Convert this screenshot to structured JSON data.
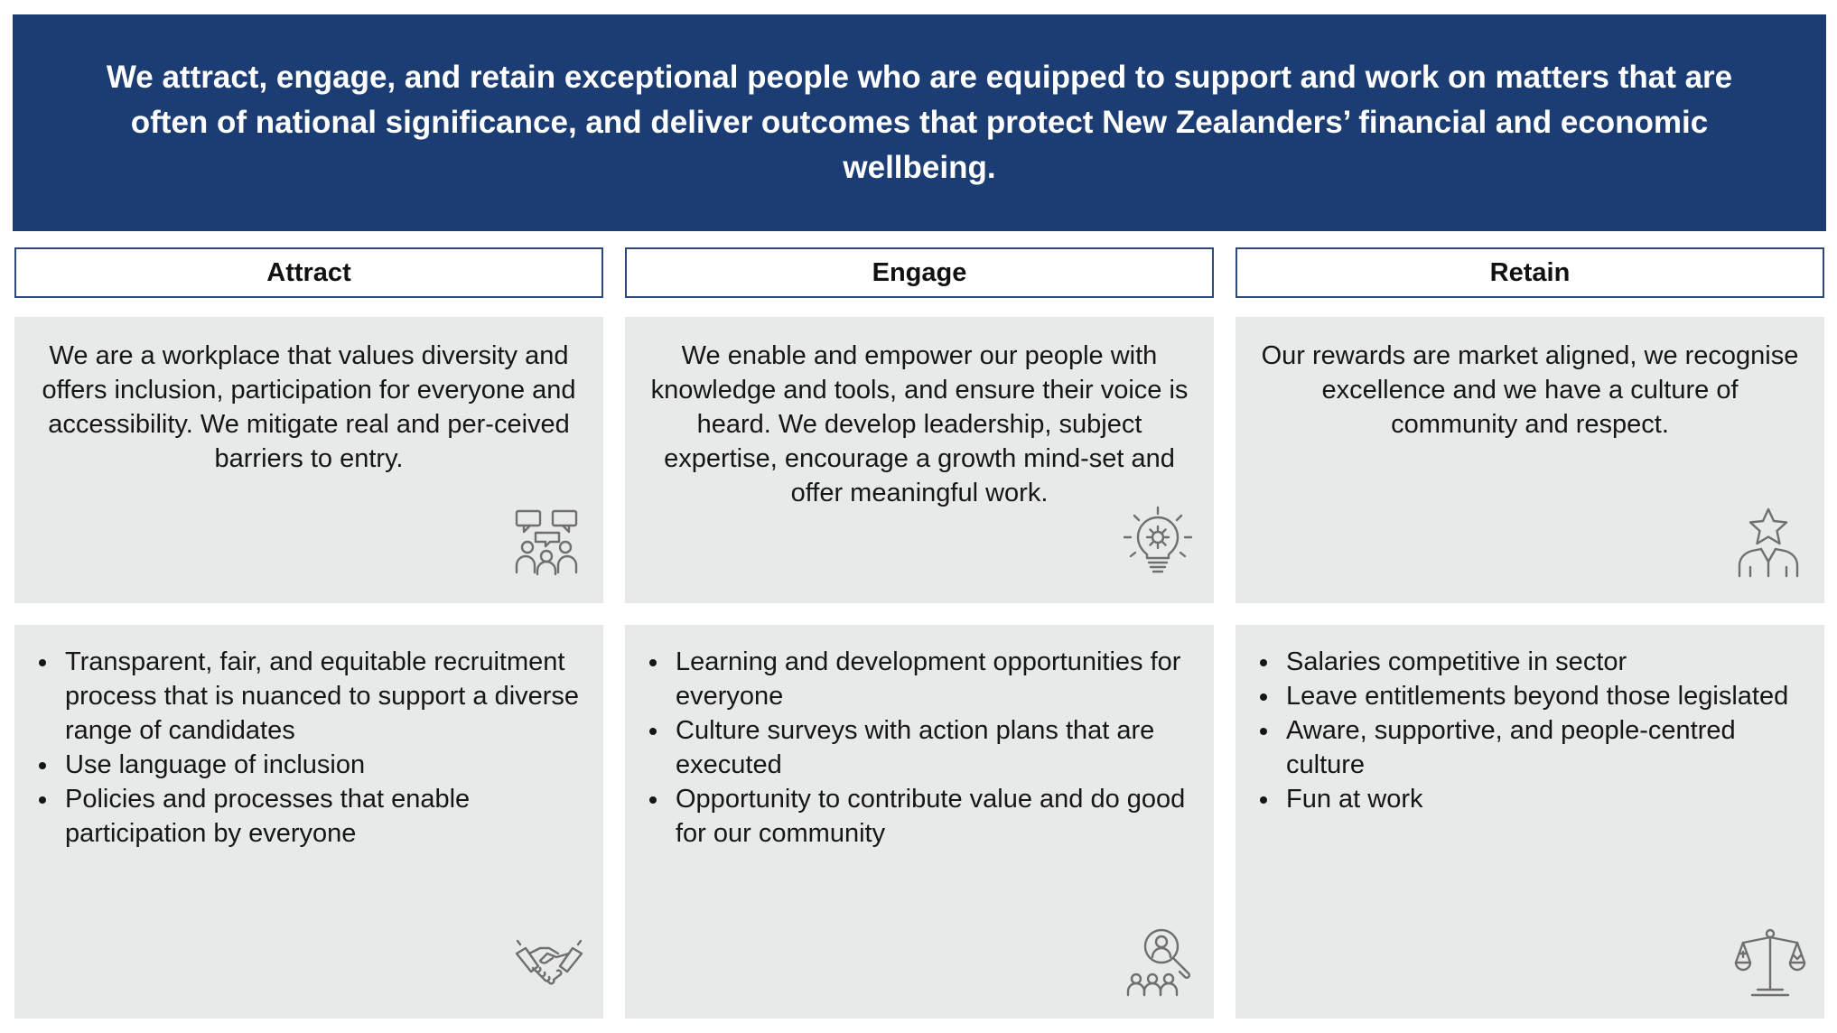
{
  "banner": {
    "text": "We attract, engage, and retain exceptional people who are equipped to support and work on matters that are often of national significance, and deliver outcomes that protect New Zealanders’ financial and economic wellbeing."
  },
  "columns": [
    {
      "title": "Attract",
      "description": "We are a workplace that values diversity and offers inclusion, participation for everyone and accessibility. We mitigate real and per-ceived barriers to entry.",
      "bullets": [
        "Transparent, fair, and equitable recruitment process that is nuanced to support a diverse range of candidates",
        "Use language of inclusion",
        "Policies and processes that enable participation by everyone"
      ],
      "desc_icon": "people-speech-bubbles-icon",
      "list_icon": "handshake-icon"
    },
    {
      "title": "Engage",
      "description": "We enable and empower our people with knowledge and tools, and ensure their voice is heard. We develop leadership, subject expertise, encourage a growth mind-set and offer meaningful work.",
      "bullets": [
        "Learning and development opportunities for everyone",
        "Culture surveys with action plans that are executed",
        "Opportunity to contribute value and do good for our community"
      ],
      "desc_icon": "lightbulb-gear-icon",
      "list_icon": "talent-search-icon"
    },
    {
      "title": "Retain",
      "description": "Our rewards are market aligned, we recognise excellence and we have a culture of community and respect.",
      "bullets": [
        "Salaries competitive in sector",
        "Leave entitlements beyond those legislated",
        "Aware, supportive, and people-centred culture",
        "Fun at work"
      ],
      "desc_icon": "star-person-icon",
      "list_icon": "balance-scale-icon"
    }
  ],
  "colors": {
    "banner_bg": "#1c3d74",
    "panel_bg": "#e8e9e9",
    "header_border": "#2b4a7a",
    "icon_stroke": "#6f6f6f"
  }
}
